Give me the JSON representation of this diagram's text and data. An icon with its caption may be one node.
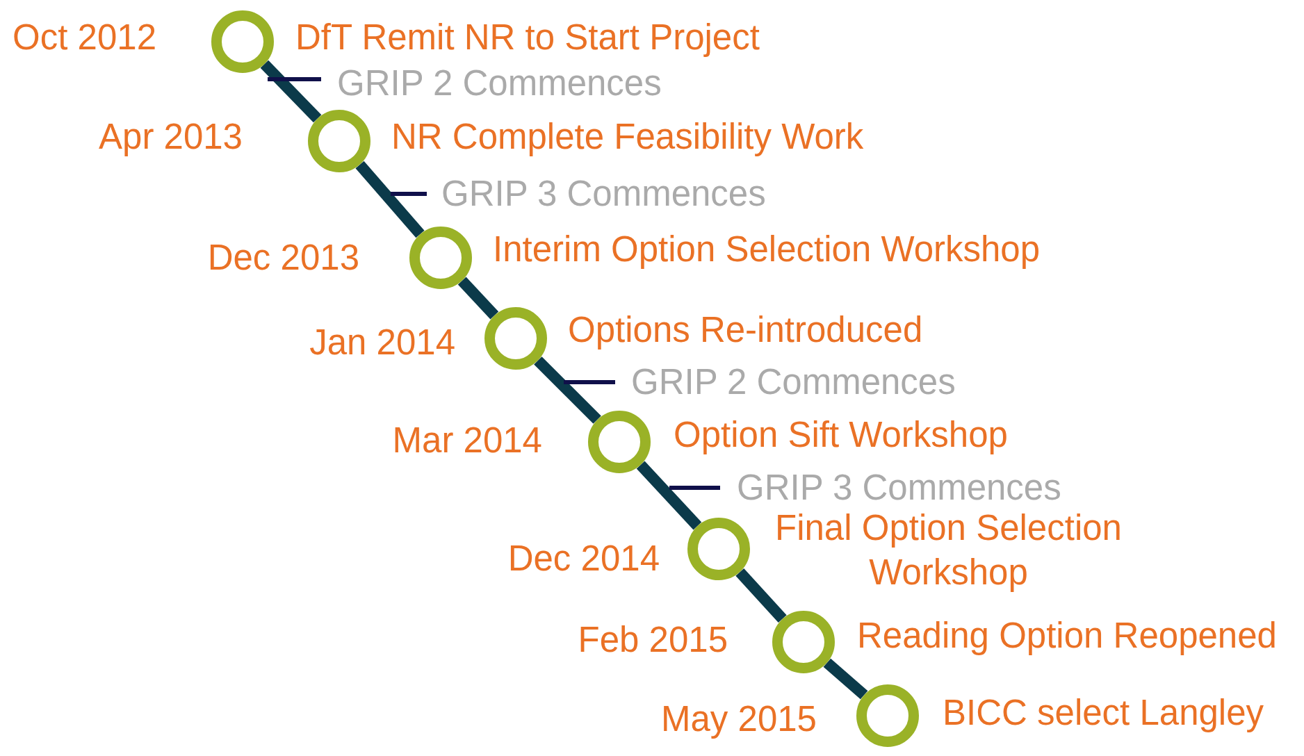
{
  "diagram": {
    "nodes": [
      {
        "text": [],
        "shape": "circle",
        "beside": [
          "Oct 2012",
          "DfT Remit NR to Start Project"
        ]
      },
      {
        "text": [],
        "shape": "circle",
        "beside": [
          "Apr 2013",
          "NR Complete Feasibility Work"
        ]
      },
      {
        "text": [],
        "shape": "circle",
        "beside": [
          "Dec 2013",
          "Interim Option Selection Workshop"
        ]
      },
      {
        "text": [],
        "shape": "circle",
        "beside": [
          "Jan 2014",
          "Options Re-introduced"
        ]
      },
      {
        "text": [],
        "shape": "circle",
        "beside": [
          "Mar 2014",
          "Option Sift Workshop"
        ]
      },
      {
        "text": [],
        "shape": "circle",
        "beside": [
          "Dec 2014",
          "Final Option Selection Workshop"
        ]
      },
      {
        "text": [],
        "shape": "circle",
        "beside": [
          "Feb 2015",
          "Reading Option Reopened"
        ]
      },
      {
        "text": [],
        "shape": "circle",
        "beside": [
          "May 2015",
          "BICC select Langley"
        ]
      }
    ],
    "edges": [
      {
        "from": 0,
        "to": 1,
        "arrow": "none"
      },
      {
        "from": 1,
        "to": 2,
        "arrow": "none"
      },
      {
        "from": 2,
        "to": 3,
        "arrow": "none"
      },
      {
        "from": 3,
        "to": 4,
        "arrow": "none"
      },
      {
        "from": 4,
        "to": 5,
        "arrow": "none"
      },
      {
        "from": 5,
        "to": 6,
        "arrow": "none"
      },
      {
        "from": 6,
        "to": 7,
        "arrow": "none"
      }
    ],
    "labels": [
      "GRIP 2 Commences",
      "GRIP 3 Commences",
      "GRIP 2 Commences",
      "GRIP 3 Commences"
    ]
  }
}
